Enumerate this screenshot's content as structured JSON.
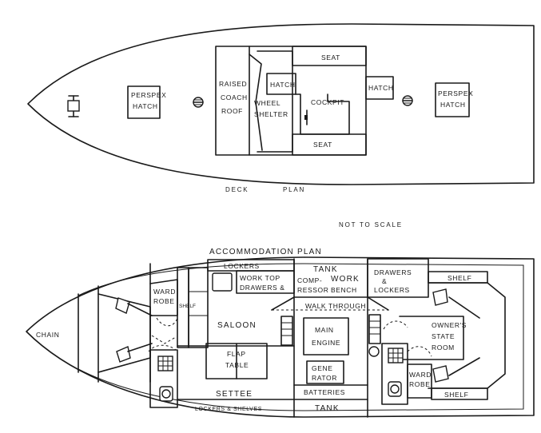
{
  "title": "ACCOMMODATION PLAN",
  "deck_plan": {
    "caption_words": [
      "DECK",
      "PLAN"
    ],
    "labels": {
      "perspex_hatch_fwd": [
        "PERSPEX",
        "HATCH"
      ],
      "raised_coach_roof": [
        "RAISED",
        "COACH",
        "ROOF"
      ],
      "wheel_shelter": [
        "WHEEL",
        "SHELTER"
      ],
      "hatch_inner": "HATCH",
      "cockpit": "COCKPIT",
      "seat_top": "SEAT",
      "seat_bottom": "SEAT",
      "hatch_aft": "HATCH",
      "perspex_hatch_aft": [
        "PERSPEX",
        "HATCH"
      ]
    }
  },
  "note": "NOT TO SCALE",
  "accommodation_plan": {
    "labels": {
      "chain": "CHAIN",
      "wardrobe_fwd": [
        "WARD",
        "ROBE"
      ],
      "shelf_fwd": "SHELF",
      "lockers_top": "LOCKERS",
      "work_top": [
        "WORK TOP",
        "DRAWERS &"
      ],
      "saloon": "SALOON",
      "flap_table": [
        "FLAP",
        "TABLE"
      ],
      "settee": "SETTEE",
      "lockers_shelves": "LOCKERS & SHELVES",
      "tank_top": "TANK",
      "compressor": [
        "COMP-",
        "RESSOR"
      ],
      "work_bench": [
        "WORK",
        "BENCH"
      ],
      "walk_through": "WALK THROUGH",
      "main_engine": [
        "MAIN",
        "ENGINE"
      ],
      "generator": [
        "GENE",
        "RATOR"
      ],
      "batteries": "BATTERIES",
      "tank_bottom": "TANK",
      "drawers_lockers": [
        "DRAWERS",
        "&",
        "LOCKERS"
      ],
      "shelf_aft_top": "SHELF",
      "owners_state_room": [
        "OWNER'S",
        "STATE",
        "ROOM"
      ],
      "wardrobe_aft": [
        "WARD",
        "ROBE"
      ],
      "shelf_aft_bottom": "SHELF"
    }
  }
}
